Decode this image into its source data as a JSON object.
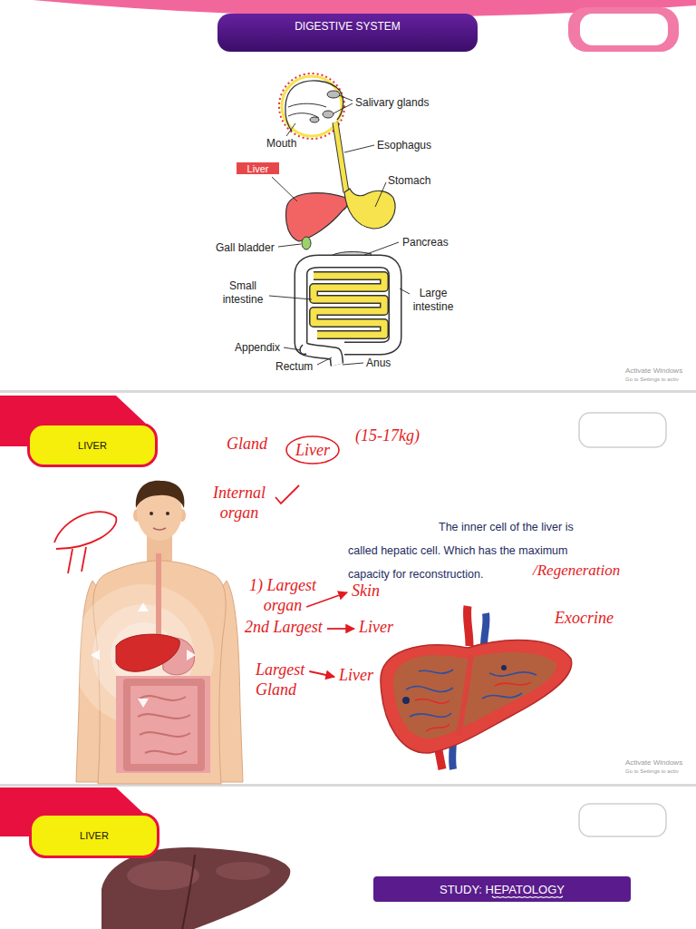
{
  "diagram": {
    "nodes": [
      {
        "text": [
          "DIGESTIVE SYSTEM"
        ]
      },
      {
        "text": [
          "Liver"
        ]
      },
      {
        "text": [
          "LIVER"
        ]
      },
      {
        "text": [
          "Liver"
        ]
      },
      {
        "text": [
          "LIVER"
        ]
      },
      {
        "text": [
          "STUDY: HEPATOLOGY"
        ]
      }
    ],
    "labels": [
      "Salivary glands",
      "Mouth",
      "Esophagus",
      "Stomach",
      "Gall bladder",
      "Pancreas",
      "Small intestine",
      "Large intestine",
      "Appendix",
      "Rectum",
      "Anus",
      "Activate Windows",
      "Go to Settings to activ",
      "Gland",
      "(15-17kg)",
      "Internal organ",
      "The inner cell of the liver is called hepatic cell. Which has the maximum capacity for reconstruction.",
      "/Regeneration",
      "Exocrine",
      "1) Largest organ",
      "Skin",
      "2nd Largest",
      "Liver",
      "Largest Gland",
      "Liver",
      "Activate Windows",
      "Go to Settings to activ"
    ]
  }
}
